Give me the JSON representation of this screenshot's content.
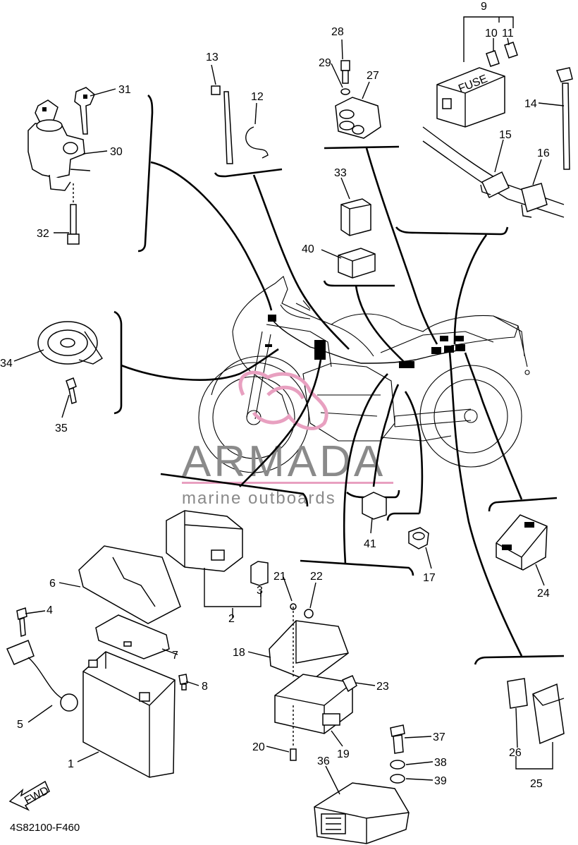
{
  "diagram": {
    "code": "4S82100-F460",
    "fwd_label": "FWD",
    "fuse_label": "FUSE",
    "watermark": {
      "brand": "ARMADA",
      "tagline": "marine outboards",
      "accent_color": "#e8a0c0"
    },
    "callouts": [
      "1",
      "2",
      "3",
      "4",
      "5",
      "6",
      "7",
      "8",
      "9",
      "10",
      "11",
      "12",
      "13",
      "14",
      "15",
      "16",
      "17",
      "18",
      "19",
      "20",
      "21",
      "22",
      "23",
      "24",
      "25",
      "26",
      "27",
      "28",
      "29",
      "30",
      "31",
      "32",
      "33",
      "34",
      "35",
      "36",
      "37",
      "38",
      "39",
      "40",
      "41"
    ]
  }
}
